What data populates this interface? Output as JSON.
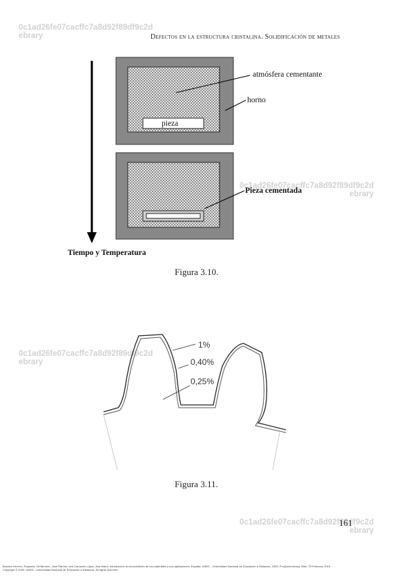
{
  "header": {
    "title": "Defectos en la estructura cristalina. Solidificación de metales"
  },
  "watermarks": [
    {
      "line1": "0c1ad26fe07cacffc7a8d92f89df9c2d",
      "line2": "ebrary"
    },
    {
      "line1": "0c1ad26fe07cacffc7a8d92f89df9c2d",
      "line2": "ebrary"
    },
    {
      "line1": "0c1ad26fe07cacffc7a8d92f89df9c2d",
      "line2": "ebrary"
    },
    {
      "line1": "0c1ad26fe07cacffc7a8d92f89df9c2d",
      "line2": "ebrary"
    }
  ],
  "figure_3_10": {
    "label_atmosfera": "atmósfera cementante",
    "label_horno": "horno",
    "label_pieza": "pieza",
    "label_pieza_cementada": "Pieza cementada",
    "axis_label": "Tiempo y Temperatura",
    "caption": "Figura 3.10."
  },
  "figure_3_11": {
    "label_1": "1%",
    "label_2": "0,40%",
    "label_3": "0,25%",
    "caption": "Figura 3.11."
  },
  "page_number": "161",
  "footer": {
    "line1": "Bosnea Herrero, Engracia; Gil Bercero, José Ramón; and Camacho López, Ana María. Introducción al conocimiento de los materiales y sus aplicaciones. España: UNED - Universidad Nacional de Educación a Distancia, 2009. ProQuest ebrary. Web. 23 February 2016.",
    "line2": "Copyright © 2009. UNED - Universidad Nacional de Educación a Distancia. All rights reserved."
  }
}
